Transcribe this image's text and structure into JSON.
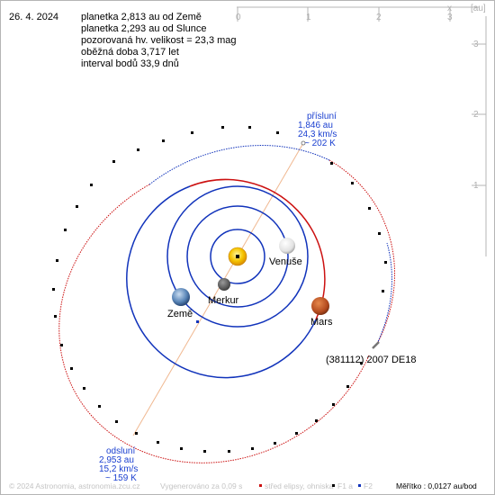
{
  "header": {
    "date": "26. 4. 2024",
    "info": [
      "planetka 2,813 au od Země",
      "planetka 2,293 au od Slunce",
      "pozorovaná hv. velikost = 23,3 mag",
      "oběžná doba 3,717 let",
      "interval bodů 33,9 dnů"
    ]
  },
  "axes": {
    "x_ticks": [
      "0",
      "1",
      "2",
      "3"
    ],
    "y_ticks": [
      "3",
      "2",
      "1"
    ],
    "x_name": "x",
    "unit": "[au]"
  },
  "bodies": {
    "venus": "Venuše",
    "mercury": "Merkur",
    "earth": "Země",
    "mars": "Mars",
    "asteroid": "(381112) 2007 DE18"
  },
  "perihelion": {
    "title": "přísluní",
    "dist": "1,846 au",
    "speed": "24,3 km/s",
    "temp": "~ 202 K"
  },
  "aphelion": {
    "title": "odsluní",
    "dist": "2,953 au",
    "speed": "15,2 km/s",
    "temp": "~ 159 K"
  },
  "footer": {
    "copyright": "© 2024 Astronomia, astronomia.zcu.cz",
    "generated": "Vygenerováno za 0,09 s",
    "legend_center": "střed elipsy, ohniska",
    "legend_f1": "F1 a",
    "legend_f2": "F2",
    "scale": "Měřítko : 0,0127 au/bod"
  },
  "colors": {
    "orbit_outer": "#cc1111",
    "orbit_inner": "#1133bb",
    "planet_orbit": "#1133bb",
    "mars_orbit": "#cc1111",
    "frame": "#b5b5b5",
    "label_blue": "#1a3fd0"
  }
}
